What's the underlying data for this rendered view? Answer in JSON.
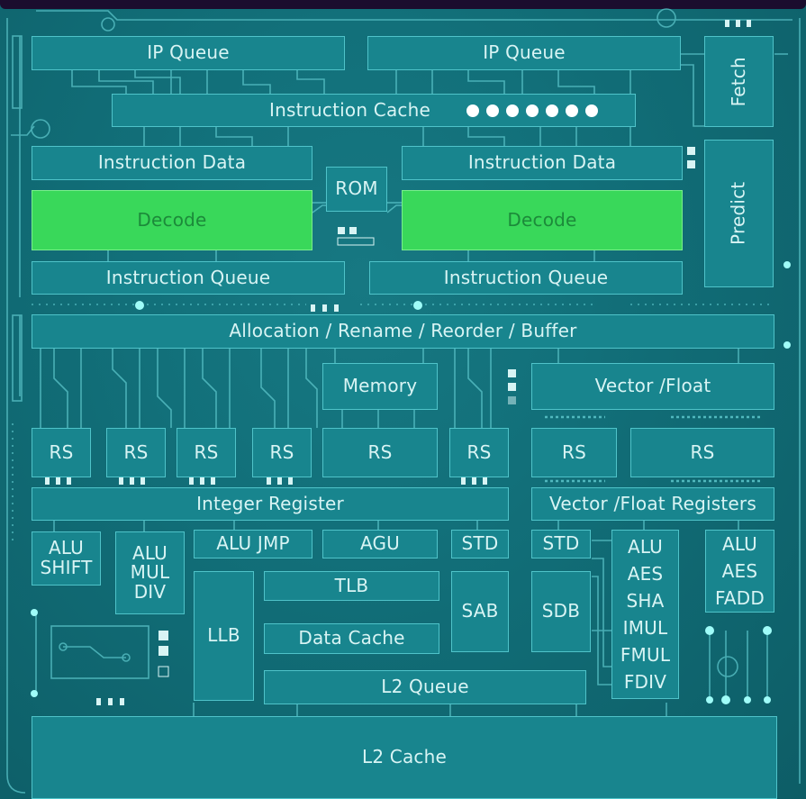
{
  "blocks": {
    "ip_queue_left": "IP Queue",
    "ip_queue_right": "IP Queue",
    "fetch": "Fetch",
    "instruction_cache": "Instruction Cache",
    "instruction_data_left": "Instruction Data",
    "instruction_data_right": "Instruction Data",
    "rom": "ROM",
    "predict": "Predict",
    "decode_left": "Decode",
    "decode_right": "Decode",
    "instruction_queue_left": "Instruction Queue",
    "instruction_queue_right": "Instruction Queue",
    "allocation": "Allocation / Rename / Reorder / Buffer",
    "memory": "Memory",
    "vector_float": "Vector /Float",
    "rs_1": "RS",
    "rs_2": "RS",
    "rs_3": "RS",
    "rs_4": "RS",
    "rs_5": "RS",
    "rs_6": "RS",
    "rs_7": "RS",
    "rs_8": "RS",
    "integer_register": "Integer Register",
    "vector_float_registers": "Vector /Float Registers",
    "alu_shift": "ALU\nSHIFT",
    "alu_mul_div": "ALU\nMUL\nDIV",
    "alu_jmp": "ALU  JMP",
    "agu": "AGU",
    "std_left": "STD",
    "std_right": "STD",
    "alu_aes_list": "ALU\nAES\nSHA\nIMUL\nFMUL\nFDIV",
    "alu_aes_fadd": "ALU\nAES\nFADD",
    "tlb": "TLB",
    "llb": "LLB",
    "sab": "SAB",
    "sdb": "SDB",
    "data_cache": "Data Cache",
    "l2_queue": "L2 Queue",
    "l2_cache": "L2 Cache"
  },
  "colors": {
    "background": "#12707a",
    "block_fill": "#18858e",
    "block_border": "#4fc3c9",
    "text": "#d8f4f4",
    "decode_fill": "#39d85a",
    "decode_text": "#1c8a3a",
    "trace": "#5cc6cb"
  }
}
